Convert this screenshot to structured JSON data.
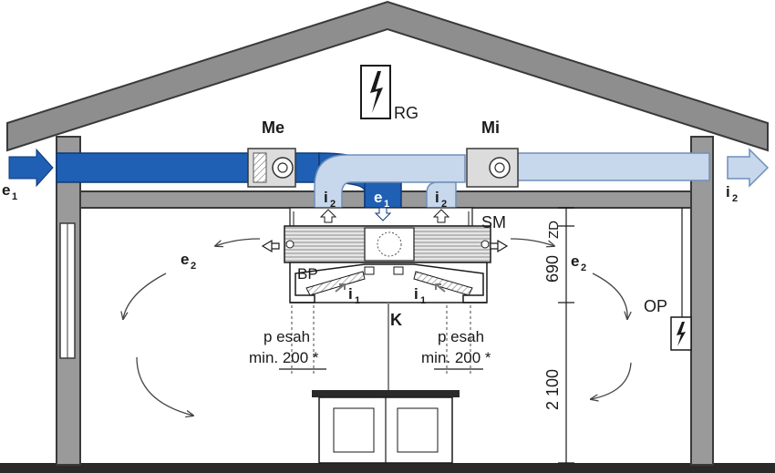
{
  "labels": {
    "me": "Me",
    "mi": "Mi",
    "rg": "RG",
    "sm": "SM",
    "zd": "ZD",
    "bp": "BP",
    "k": "K",
    "op": "OP",
    "dim_690": "690",
    "dim_2100": "2 100",
    "overlap_line1": "p esah",
    "overlap_line2": "min. 200 *",
    "e": "e",
    "i": "i",
    "sub1": "1",
    "sub2": "2"
  },
  "colors": {
    "wall": "#6f6f6f",
    "wall_light": "#9a9a9a",
    "outdoor_air_duct": "#1f5fb4",
    "indoor_air_duct": "#c7d7ec",
    "unit_body": "#dcdcdc",
    "line": "#1a1a1a"
  },
  "icons": {
    "power_symbol": "lightning-bolt-icon",
    "fan": "fan-icon",
    "filter": "filter-icon"
  }
}
